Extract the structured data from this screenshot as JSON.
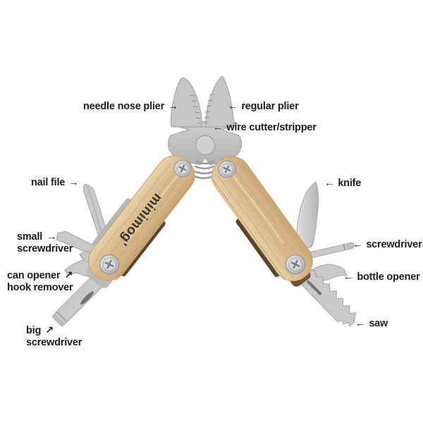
{
  "brand": {
    "logo_text": "minimog'"
  },
  "callouts": {
    "needle_nose_plier": {
      "label": "needle nose plier",
      "arrow": "→"
    },
    "regular_plier": {
      "label": "regular plier",
      "arrow": "←"
    },
    "wire_cutter": {
      "label": "wire cutter/stripper",
      "arrow": "←"
    },
    "nail_file": {
      "label": "nail file",
      "arrow": "→"
    },
    "knife": {
      "label": "knife",
      "arrow": "←"
    },
    "small_screwdriver": {
      "line1": "small",
      "arrow": "→",
      "line2": "screwdriver"
    },
    "can_opener": {
      "line1": "can opener",
      "arrow": "↗",
      "line2": "hook remover"
    },
    "big_screwdriver": {
      "line1": "big",
      "arrow": "↗",
      "line2": "screwdriver"
    },
    "screwdriver": {
      "label": "screwdriver",
      "arrow": "←"
    },
    "bottle_opener": {
      "label": "bottle opener",
      "arrow": "←"
    },
    "saw": {
      "label": "saw",
      "arrow": "←"
    }
  },
  "colors": {
    "background": "#ffffff",
    "label_text": "#1d1d1d",
    "wood": "#dcbd8f",
    "wood_light": "#e8d3a9",
    "wood_dark": "#c9a674",
    "metal": "#c9c9c9",
    "metal_dark": "#a4a4a4",
    "brand_text": "#3a342c"
  }
}
